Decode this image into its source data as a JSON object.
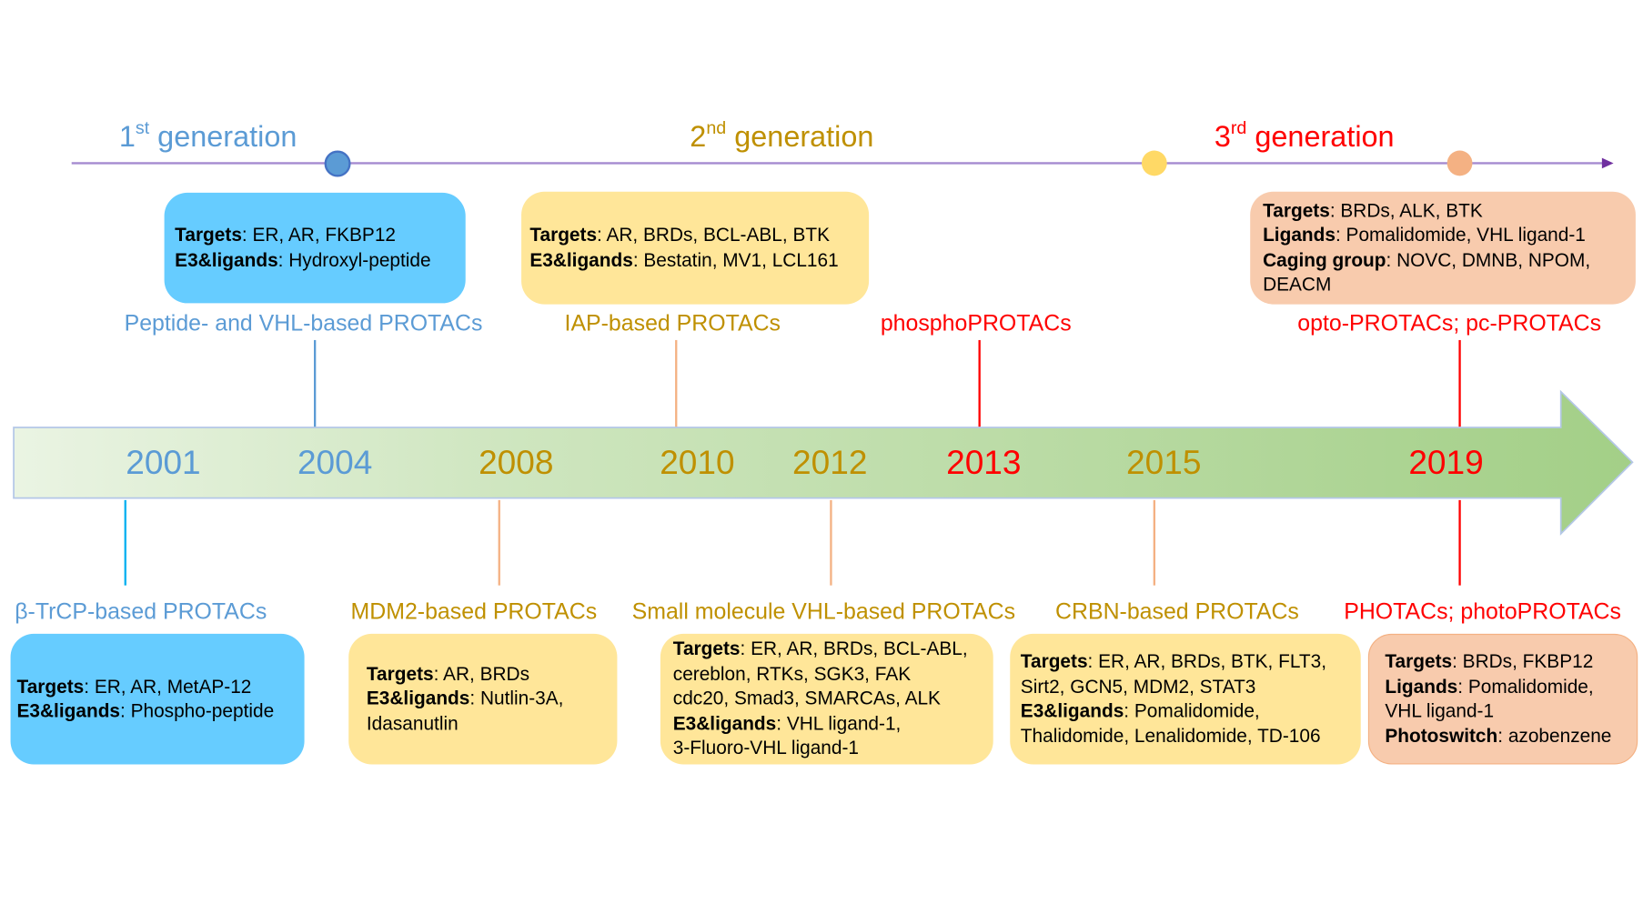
{
  "generations": [
    {
      "num": "1",
      "sup": "st",
      "text": " generation",
      "color": "#5b9bd5"
    },
    {
      "num": "2",
      "sup": "nd",
      "text": " generation",
      "color": "#bf9000"
    },
    {
      "num": "3",
      "sup": "rd",
      "text": " generation",
      "color": "#ff0000"
    }
  ],
  "years": [
    "2001",
    "2004",
    "2008",
    "2010",
    "2012",
    "2013",
    "2015",
    "2019"
  ],
  "top_labels": [
    "Peptide- and VHL-based PROTACs",
    "IAP-based PROTACs",
    "phosphoPROTACs",
    "opto-PROTACs; pc-PROTACs"
  ],
  "bottom_labels": [
    "β-TrCP-based PROTACs",
    "MDM2-based PROTACs",
    "Small molecule VHL-based PROTACs",
    "CRBN-based PROTACs",
    "PHOTACs; photoPROTACs"
  ],
  "boxes": {
    "peptide": {
      "k1": "Targets",
      "v1": ": ER, AR, FKBP12",
      "k2": "E3&ligands",
      "v2": ": Hydroxyl-peptide"
    },
    "iap": {
      "k1": "Targets",
      "v1": ": AR, BRDs, BCL-ABL, BTK",
      "k2": "E3&ligands",
      "v2": ": Bestatin, MV1, LCL161"
    },
    "opto": {
      "k1": "Targets",
      "v1": ": BRDs, ALK, BTK",
      "k2": "Ligands",
      "v2": ": Pomalidomide, VHL ligand-1",
      "k3": "Caging group",
      "v3": ": NOVC, DMNB, NPOM,",
      "v4": "DEACM"
    },
    "btrcp": {
      "k1": "Targets",
      "v1": ": ER, AR, MetAP-12",
      "k2": "E3&ligands",
      "v2": ": Phospho-peptide"
    },
    "mdm2": {
      "k1": "Targets",
      "v1": ": AR, BRDs",
      "k2": "E3&ligands",
      "v2": ": Nutlin-3A,",
      "v3": "Idasanutlin"
    },
    "vhl": {
      "k1": "Targets",
      "v1": ": ER, AR, BRDs, BCL-ABL,",
      "v2": "cereblon, RTKs, SGK3, FAK",
      "v3": "cdc20, Smad3, SMARCAs, ALK",
      "k2": "E3&ligands",
      "v4": ": VHL ligand-1,",
      "v5": "3-Fluoro-VHL ligand-1"
    },
    "crbn": {
      "k1": "Targets",
      "v1": ": ER, AR, BRDs, BTK, FLT3,",
      "v2": "Sirt2, GCN5, MDM2, STAT3",
      "k2": "E3&ligands",
      "v3": ": Pomalidomide,",
      "v4": "Thalidomide, Lenalidomide, TD-106"
    },
    "photac": {
      "k1": "Targets",
      "v1": ": BRDs, FKBP12",
      "k2": "Ligands",
      "v2": ": Pomalidomide,",
      "v3": "VHL ligand-1",
      "k3": "Photoswitch",
      "v4": ": azobenzene"
    }
  }
}
